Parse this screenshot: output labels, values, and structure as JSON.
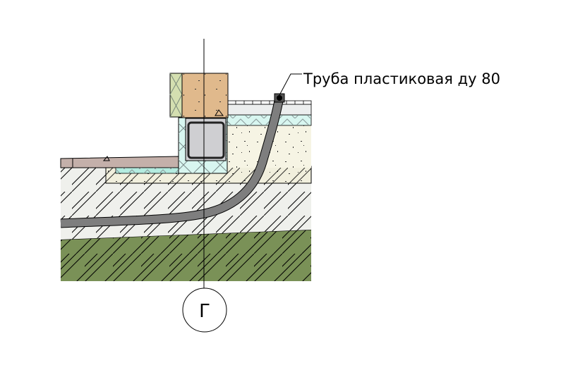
{
  "drawing": {
    "type": "section detail",
    "callout": {
      "text": "Труба пластиковая ду 80",
      "points_to": "plastic-pipe"
    },
    "grid_axis": {
      "label": "Г"
    },
    "layers": [
      {
        "name": "brick-wall",
        "color": "#E0B98C"
      },
      {
        "name": "wall-insulation",
        "color": "#D4DFB0"
      },
      {
        "name": "concrete-beam",
        "color": "#CFCFD2"
      },
      {
        "name": "thermal-insulation",
        "color": "#D8F6F0"
      },
      {
        "name": "blind-area-slab",
        "color": "#C4B0AA"
      },
      {
        "name": "sand-concrete-bedding",
        "color": "#F6F4E4"
      },
      {
        "name": "paving-deck",
        "color": "#ECEEEE"
      },
      {
        "name": "backfill-soil",
        "color": "#EFF0EC"
      },
      {
        "name": "native-ground",
        "color": "#7A9157"
      },
      {
        "name": "plastic-pipe",
        "color": "#7E7E7E"
      }
    ]
  }
}
